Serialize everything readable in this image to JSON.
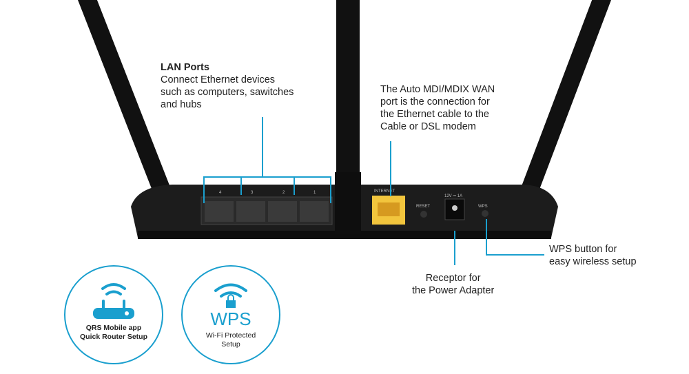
{
  "lan": {
    "title": "LAN Ports",
    "lines": [
      "Connect Ethernet devices",
      "such as computers, sawitches",
      "and hubs"
    ]
  },
  "wan": {
    "lines": [
      "The Auto MDI/MDIX WAN",
      "port is the connection for",
      "the Ethernet cable to the",
      "Cable or DSL modem"
    ]
  },
  "wps_button": {
    "lines": [
      "WPS button for",
      "easy wireless setup"
    ]
  },
  "power": {
    "lines": [
      "Receptor for",
      "the Power Adapter"
    ]
  },
  "router_labels": {
    "ports": [
      "4",
      "3",
      "2",
      "1"
    ],
    "internet": "INTERNET",
    "reset": "RESET",
    "power_rating": "12V ⎓ 1A",
    "wps": "WPS"
  },
  "badges": [
    {
      "icon": "router-wifi-icon",
      "lines": [
        "QRS Mobile app",
        "Quick Router Setup"
      ]
    },
    {
      "icon": "wifi-lock-icon",
      "big": "WPS",
      "lines": [
        "Wi-Fi Protected",
        "Setup"
      ]
    }
  ],
  "colors": {
    "accent": "#1a9fce",
    "wan_port": "#f2c53d",
    "router": "#1a1a1a"
  }
}
